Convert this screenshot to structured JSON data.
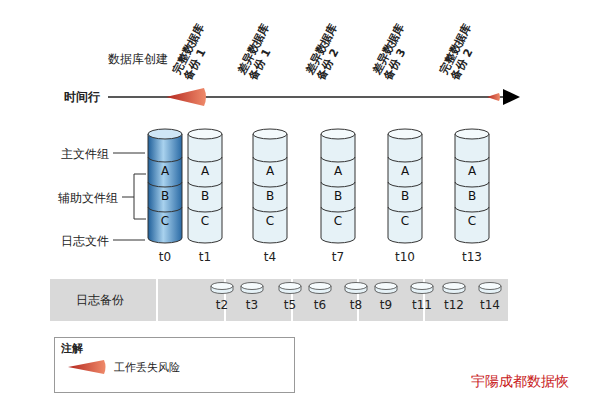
{
  "diagram": {
    "nodes": [
      {
        "text": [
          "A",
          "B",
          "C",
          "t0"
        ]
      },
      {
        "text": [
          "A",
          "B",
          "C",
          "t1"
        ]
      },
      {
        "text": [
          "A",
          "B",
          "C",
          "t4"
        ]
      },
      {
        "text": [
          "A",
          "B",
          "C",
          "t7"
        ]
      },
      {
        "text": [
          "A",
          "B",
          "C",
          "t10"
        ]
      },
      {
        "text": [
          "A",
          "B",
          "C",
          "t13"
        ]
      },
      {
        "text": [
          "日志备份"
        ]
      },
      {
        "text": [
          "t2"
        ],
        "in": 6
      },
      {
        "text": [
          "t3"
        ],
        "in": 6
      },
      {
        "text": [
          "t5"
        ],
        "in": 6
      },
      {
        "text": [
          "t6"
        ],
        "in": 6
      },
      {
        "text": [
          "t8"
        ],
        "in": 6
      },
      {
        "text": [
          "t9"
        ],
        "in": 6
      },
      {
        "text": [
          "t11"
        ],
        "in": 6
      },
      {
        "text": [
          "t12"
        ],
        "in": 6
      },
      {
        "text": [
          "t14"
        ],
        "in": 6
      }
    ],
    "edges": [],
    "labels": [
      "数据库创建",
      "完整数据库 备份 1",
      "差异数据库 备份 1",
      "差异数据库 备份 2",
      "差异数据库 备份 3",
      "完整数据库 备份 2",
      "时间行",
      "主文件组",
      "辅助文件组",
      "日志文件",
      "注解",
      "宇陽成都数据恢"
    ],
    "legend": [
      {
        "text": "工作丢失风险"
      }
    ]
  }
}
